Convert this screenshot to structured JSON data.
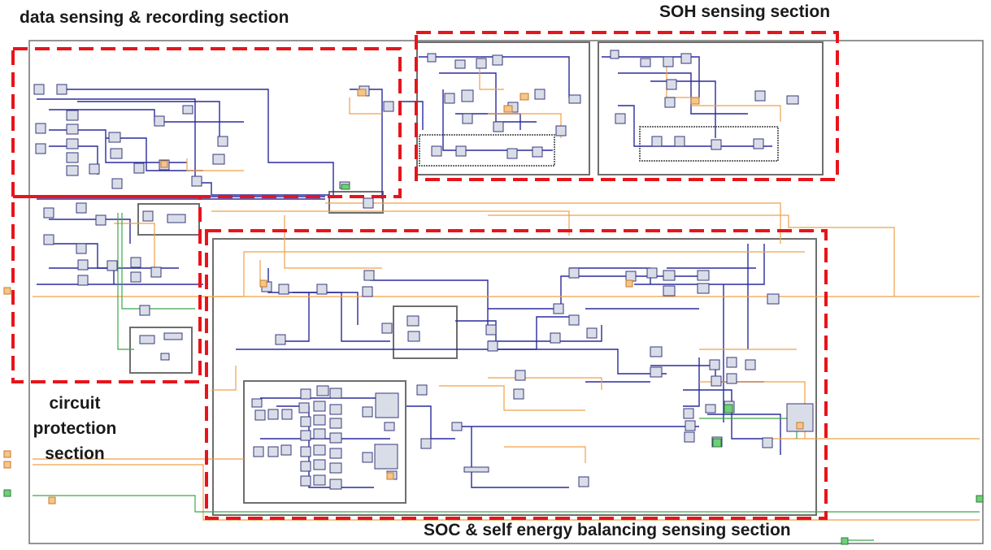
{
  "labels": {
    "data_sensing": "data sensing & recording section",
    "soh_sensing": "SOH sensing section",
    "circuit_protection": "circuit protection section",
    "soc_balancing": "SOC & self energy balancing sensing section"
  },
  "colors": {
    "dashed_border": "#e8141b",
    "wire_blue": "#2b2b9e",
    "wire_orange": "#f0a048",
    "wire_green": "#3aa84a",
    "frame_gray": "#6e6e6e",
    "node_fill": "#d9dde8"
  }
}
